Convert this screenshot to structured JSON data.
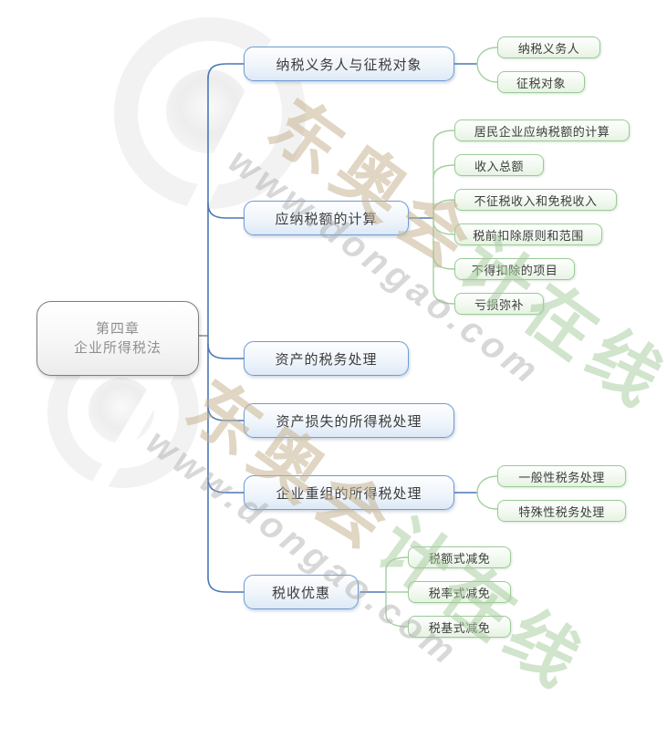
{
  "root": {
    "line1": "第四章",
    "line2": "企业所得税法"
  },
  "branches": [
    {
      "label": "纳税义务人与征税对象",
      "children": [
        "纳税义务人",
        "征税对象"
      ]
    },
    {
      "label": "应纳税额的计算",
      "children": [
        "居民企业应纳税额的计算",
        "收入总额",
        "不征税收入和免税收入",
        "税前扣除原则和范围",
        "不得扣除的项目",
        "亏损弥补"
      ]
    },
    {
      "label": "资产的税务处理",
      "children": []
    },
    {
      "label": "资产损失的所得税处理",
      "children": []
    },
    {
      "label": "企业重组的所得税处理",
      "children": [
        "一般性税务处理",
        "特殊性税务处理"
      ]
    },
    {
      "label": "税收优惠",
      "children": [
        "税额式减免",
        "税率式减免",
        "税基式减免"
      ]
    }
  ],
  "watermark": {
    "brand_a": "东奥会",
    "brand_b": "计在线",
    "url": "www.dongao.com"
  },
  "colors": {
    "branch_line": "#4a77b5",
    "branch_border": "#6f9bd4",
    "branch_fill_bottom": "#dde9f6",
    "child_line": "#a3cfa0",
    "child_border": "#9acb96",
    "child_fill_bottom": "#e6f3e2",
    "root_border": "#7e7e7e",
    "root_text": "#8f8f8f",
    "node_text": "#3c3c3c",
    "watermark_tan": "#c7b492",
    "watermark_green": "#accda3",
    "watermark_gray": "#a8a8a8"
  }
}
